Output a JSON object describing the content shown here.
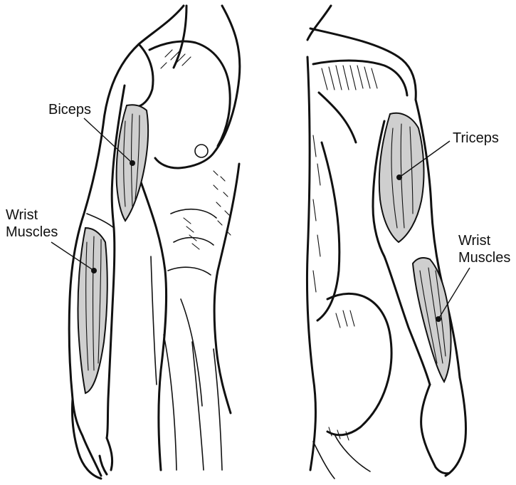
{
  "labels": {
    "biceps": "Biceps",
    "wrist_front_line1": "Wrist",
    "wrist_front_line2": "Muscles",
    "triceps": "Triceps",
    "wrist_back_line1": "Wrist",
    "wrist_back_line2": "Muscles"
  },
  "colors": {
    "highlight": "#cfcfcf",
    "ink": "#111111",
    "background": "#ffffff"
  }
}
